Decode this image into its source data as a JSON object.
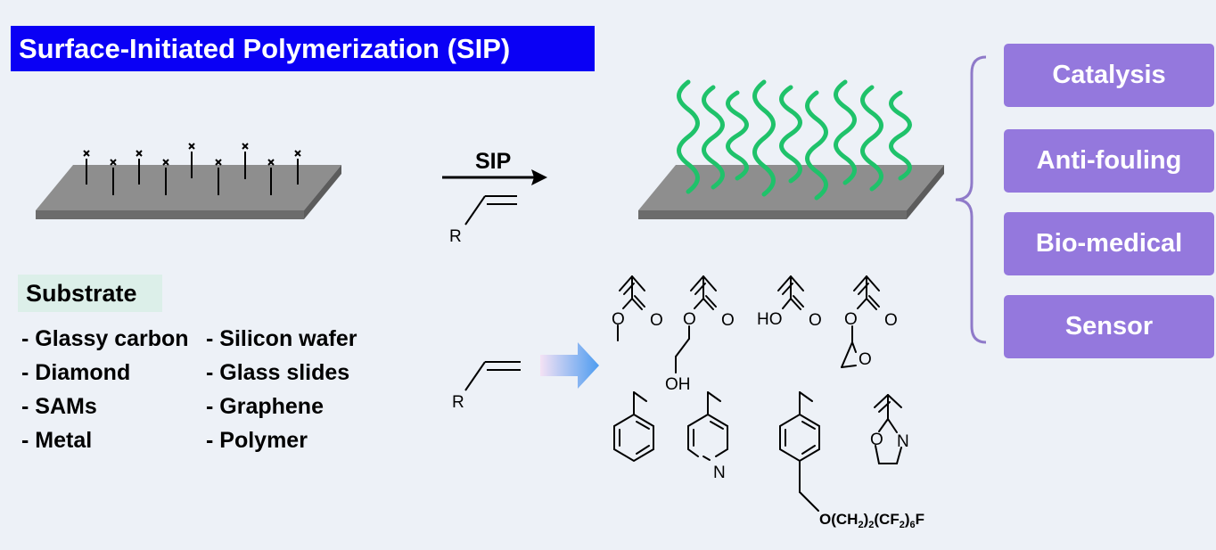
{
  "title": "Surface-Initiated Polymerization (SIP)",
  "reaction": {
    "arrow_label": "SIP",
    "r_group": "R"
  },
  "substrate": {
    "heading": "Substrate",
    "items_left": [
      "- Glassy carbon",
      "- Diamond",
      "- SAMs",
      "- Metal"
    ],
    "items_right": [
      "- Silicon wafer",
      "- Glass slides",
      "- Graphene",
      "- Polymer"
    ]
  },
  "applications": [
    "Catalysis",
    "Anti-fouling",
    "Bio-medical",
    "Sensor"
  ],
  "monomers": {
    "r_group": "R",
    "labels": {
      "o": "O",
      "ho": "HO",
      "oh": "OH",
      "n": "N",
      "fluoro_chain": "O(CH2)2(CF2)6F",
      "fluoro_base": "O(CH",
      "fluoro_sub1": "2",
      "fluoro_mid1": ")",
      "fluoro_sub2": "2",
      "fluoro_mid2": "(CF",
      "fluoro_sub3": "2",
      "fluoro_mid3": ")",
      "fluoro_sub4": "6",
      "fluoro_end": "F"
    }
  },
  "colors": {
    "title_bg": "#0a00f5",
    "polymer_green": "#1fc26a",
    "surface_gray": "#8e8e8e",
    "app_box": "#9478dd",
    "brace": "#8f7ac9"
  }
}
